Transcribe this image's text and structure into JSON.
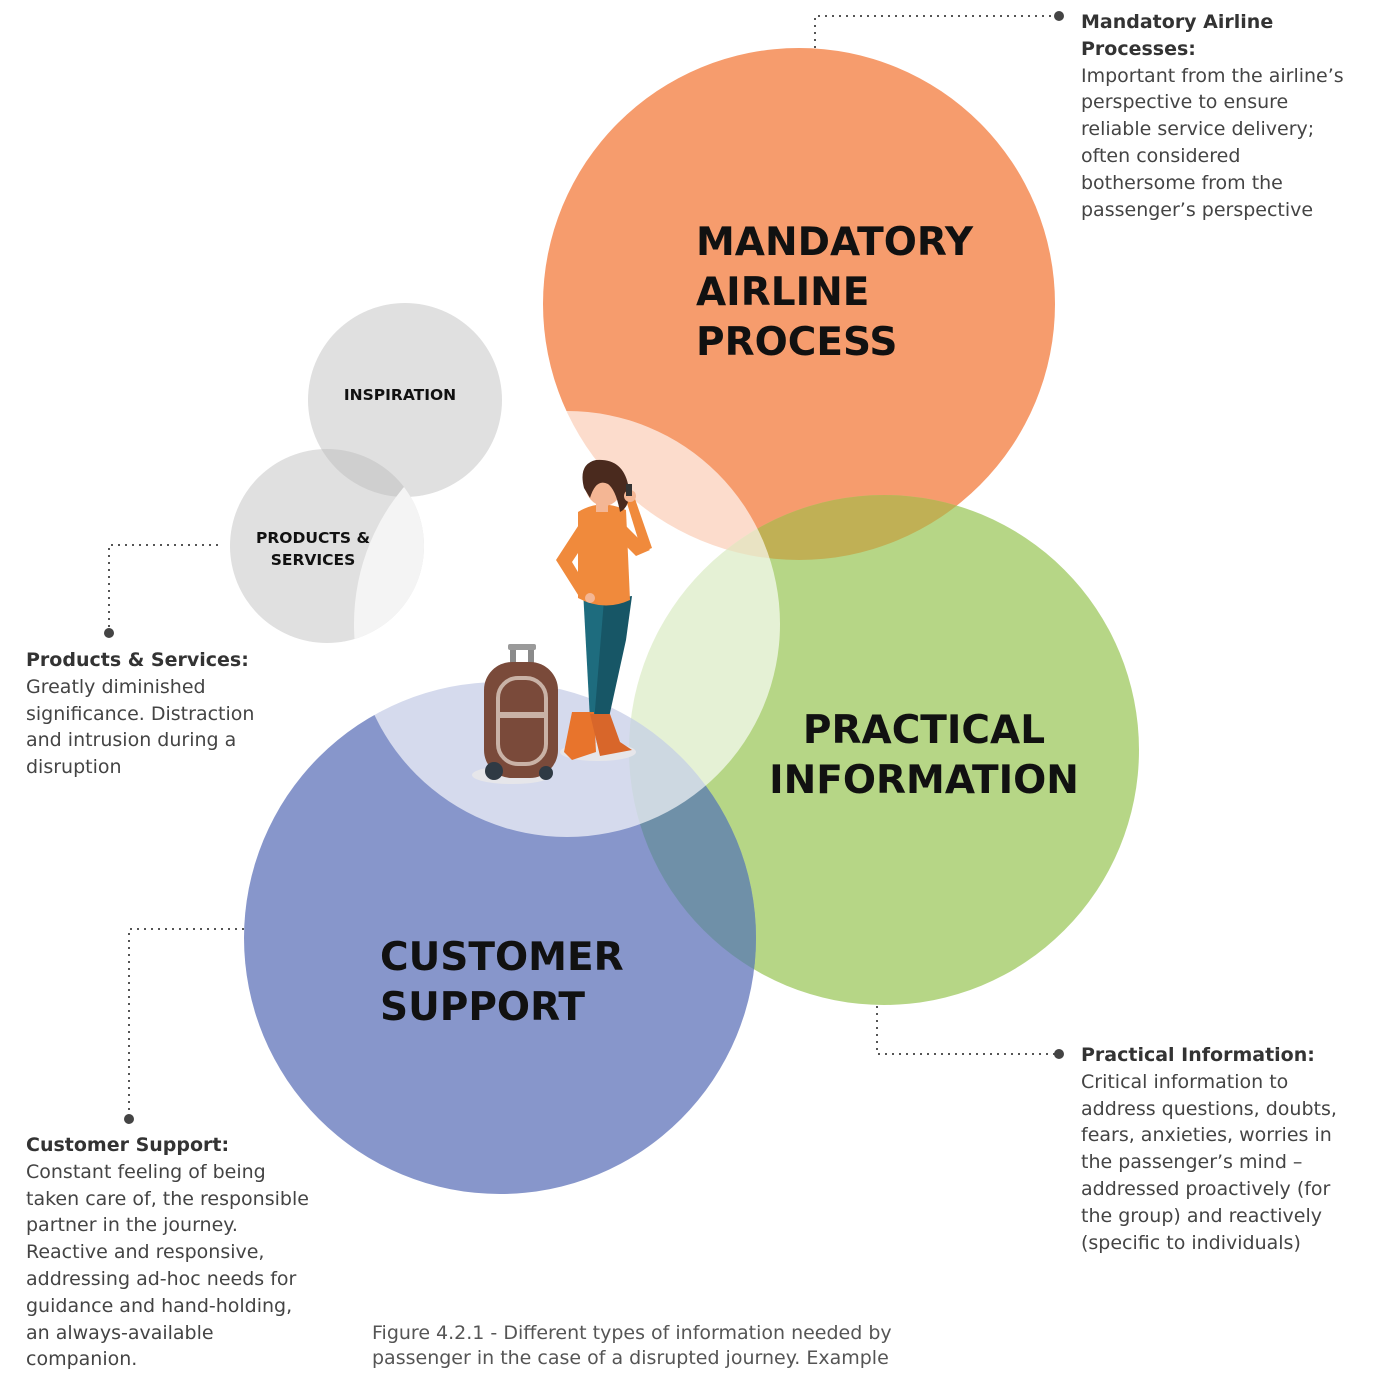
{
  "circles": {
    "mandatory": {
      "label_lines": [
        "MANDATORY",
        "AIRLINE",
        "PROCESS"
      ],
      "color": "#f69c6d"
    },
    "practical": {
      "label_lines": [
        "PRACTICAL",
        "INFORMATION"
      ],
      "color": "#b6d686"
    },
    "customer": {
      "label_lines": [
        "CUSTOMER",
        "SUPPORT"
      ],
      "color": "#8796cb"
    },
    "inspiration": {
      "label": "INSPIRATION",
      "color": "#e0e0e0"
    },
    "products": {
      "label_lines": [
        "PRODUCTS &",
        "SERVICES"
      ],
      "color": "#e0e0e0"
    }
  },
  "notes": {
    "mandatory": {
      "title": "Mandatory Airline Processes:",
      "body": "Important from the airline’s perspective to ensure reliable service delivery; often considered bothersome from the passenger’s perspective"
    },
    "products": {
      "title": "Products & Services:",
      "body": "Greatly diminished significance. Distraction and intrusion during a disruption"
    },
    "practical": {
      "title": "Practical Information:",
      "body": "Critical information to address questions, doubts, fears, anxieties, worries in the passenger’s mind – addressed proactively (for the group) and reactively (specific to individuals)"
    },
    "customer": {
      "title": "Customer Support:",
      "body": "Constant feeling of being taken care of, the responsible partner in the journey. Reactive and responsive, addressing ad-hoc needs for guidance and hand-holding, an always-available companion."
    }
  },
  "caption": "Figure 4.2.1 - Different types of information needed by passenger in the case of a disrupted journey. Example",
  "illustration": {
    "figure": "traveller-with-phone",
    "luggage": "suitcase-icon",
    "colors": {
      "top": "#f08a3c",
      "pants": "#1e6c7e",
      "hair": "#4a2a1e",
      "suitcase": "#7a4a3a"
    }
  }
}
